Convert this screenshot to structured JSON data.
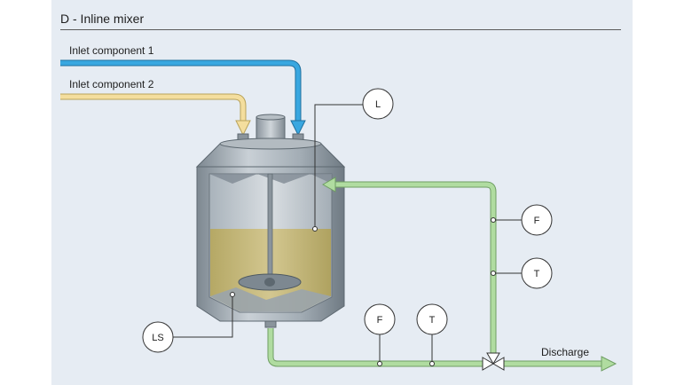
{
  "title": "D - Inline mixer",
  "inlets": {
    "component1": "Inlet component 1",
    "component2": "Inlet component 2"
  },
  "outlet": {
    "discharge": "Discharge"
  },
  "instruments": {
    "level_top": "L",
    "level_switch": "LS",
    "flow_return": "F",
    "temp_return": "T",
    "flow_discharge": "F",
    "temp_discharge": "T"
  },
  "colors": {
    "background_panel": "#e6ecf3",
    "inlet1_line": "#2b9ad6",
    "inlet2_line": "#f2dc9b",
    "recirculation_line": "#a9d69a",
    "liquid": "#c5b877",
    "tank_body": "#8f9aa3"
  }
}
